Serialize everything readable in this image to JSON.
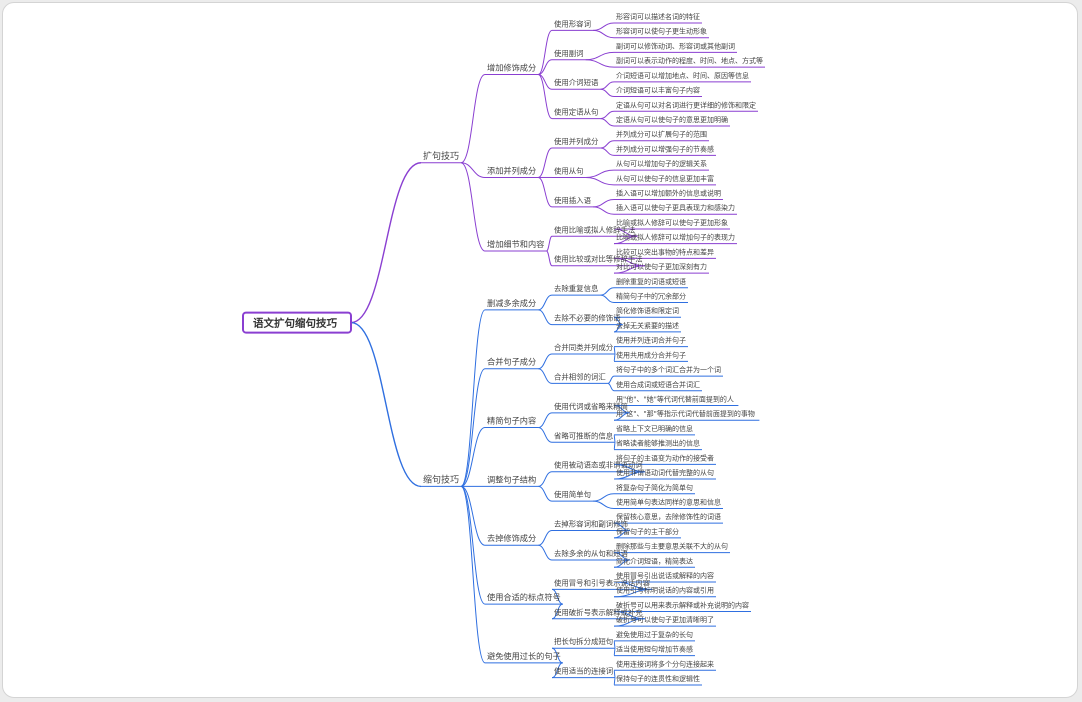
{
  "root": "语文扩句缩句技巧",
  "colors": {
    "expand": "#8a3fd1",
    "shrink": "#2f6fe0",
    "root_border": "#8a3fd1"
  },
  "branches": [
    {
      "key": "expand",
      "label": "扩句技巧",
      "children": [
        {
          "label": "增加修饰成分",
          "children": [
            {
              "label": "使用形容词",
              "children": [
                "形容词可以描述名词的特征",
                "形容词可以使句子更生动形象"
              ]
            },
            {
              "label": "使用副词",
              "children": [
                "副词可以修饰动词、形容词或其他副词",
                "副词可以表示动作的程度、时间、地点、方式等"
              ]
            },
            {
              "label": "使用介词短语",
              "children": [
                "介词短语可以增加地点、时间、原因等信息",
                "介词短语可以丰富句子内容"
              ]
            },
            {
              "label": "使用定语从句",
              "children": [
                "定语从句可以对名词进行更详细的修饰和限定",
                "定语从句可以使句子的意思更加明确"
              ]
            }
          ]
        },
        {
          "label": "添加并列成分",
          "children": [
            {
              "label": "使用并列成分",
              "children": [
                "并列成分可以扩展句子的范围",
                "并列成分可以增强句子的节奏感"
              ]
            },
            {
              "label": "使用从句",
              "children": [
                "从句可以增加句子的逻辑关系",
                "从句可以使句子的信息更加丰富"
              ]
            },
            {
              "label": "使用插入语",
              "children": [
                "插入语可以增加额外的信息或说明",
                "插入语可以使句子更具表现力和感染力"
              ]
            }
          ]
        },
        {
          "label": "增加细节和内容",
          "children": [
            {
              "label": "使用比喻或拟人修辞手法",
              "children": [
                "比喻或拟人修辞可以使句子更加形象",
                "比喻或拟人修辞可以增加句子的表现力"
              ]
            },
            {
              "label": "使用比较或对比等修辞手法",
              "children": [
                "比较可以突出事物的特点和差异",
                "对比可以使句子更加深刻有力"
              ]
            }
          ]
        }
      ]
    },
    {
      "key": "shrink",
      "label": "缩句技巧",
      "children": [
        {
          "label": "删减多余成分",
          "children": [
            {
              "label": "去除重复信息",
              "children": [
                "删除重复的词语或短语",
                "精简句子中的冗余部分"
              ]
            },
            {
              "label": "去除不必要的修饰语",
              "children": [
                "简化修饰语和限定词",
                "去掉无关紧要的描述"
              ]
            }
          ]
        },
        {
          "label": "合并句子成分",
          "children": [
            {
              "label": "合并同类并列成分",
              "children": [
                "使用并列连词合并句子",
                "使用共用成分合并句子"
              ]
            },
            {
              "label": "合并相邻的词汇",
              "children": [
                "将句子中的多个词汇合并为一个词",
                "使用合成词或短语合并词汇"
              ]
            }
          ]
        },
        {
          "label": "精简句子内容",
          "children": [
            {
              "label": "使用代词或省略来精简",
              "children": [
                "用\"他\"、\"她\"等代词代替前面提到的人",
                "用\"这\"、\"那\"等指示代词代替前面提到的事物"
              ]
            },
            {
              "label": "省略可推断的信息",
              "children": [
                "省略上下文已明确的信息",
                "省略读者能够推测出的信息"
              ]
            }
          ]
        },
        {
          "label": "调整句子结构",
          "children": [
            {
              "label": "使用被动语态或非谓语动词",
              "children": [
                "将句子的主语变为动作的接受者",
                "使用非谓语动词代替完整的从句"
              ]
            },
            {
              "label": "使用简单句",
              "children": [
                "将复杂句子简化为简单句",
                "使用简单句表达同样的意思和信息"
              ]
            }
          ]
        },
        {
          "label": "去掉修饰成分",
          "children": [
            {
              "label": "去掉形容词和副词修饰",
              "children": [
                "保留核心意思，去除修饰性的词语",
                "保留句子的主干部分"
              ]
            },
            {
              "label": "去除多余的从句和短语",
              "children": [
                "删除那些与主要意思关联不大的从句",
                "简化介词短语，精简表达"
              ]
            }
          ]
        },
        {
          "label": "使用合适的标点符号",
          "children": [
            {
              "label": "使用冒号和引号表示说话内容",
              "children": [
                "使用冒号引出说话或解释的内容",
                "使用引号标明说话的内容或引用"
              ]
            },
            {
              "label": "使用破折号表示解释或补充",
              "children": [
                "破折号可以用来表示解释或补充说明的内容",
                "破折号可以使句子更加清晰明了"
              ]
            }
          ]
        },
        {
          "label": "避免使用过长的句子",
          "children": [
            {
              "label": "把长句拆分成短句",
              "children": [
                "避免使用过于复杂的长句",
                "适当使用短句增加节奏感"
              ]
            },
            {
              "label": "使用适当的连接词",
              "children": [
                "使用连接词将多个分句连接起来",
                "保持句子的连贯性和逻辑性"
              ]
            }
          ]
        }
      ]
    }
  ]
}
